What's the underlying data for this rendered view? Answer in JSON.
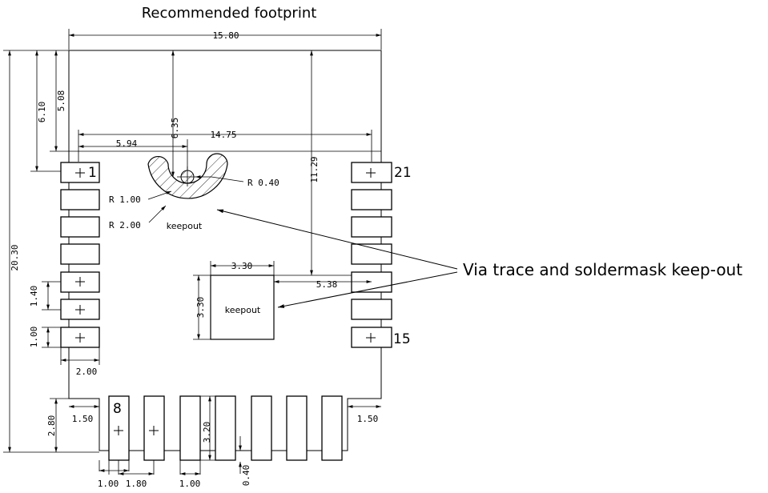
{
  "title": "Recommended footprint",
  "callout": "Via trace and soldermask keep-out",
  "pins": {
    "first": "1",
    "bottom": "8",
    "right_bottom": "15",
    "right_top": "21"
  },
  "keepout_labels": {
    "upper": "keepout",
    "center": "keepout"
  },
  "radii": {
    "r_inner": "R 1.00",
    "r_outer": "R 2.00",
    "r_via": "R 0.40"
  },
  "dims": {
    "width": "15.80",
    "pad_span": "14.75",
    "via_x": "5.94",
    "via_y": "6.35",
    "top_to_pin1": "6.10",
    "top_to_pad_row": "5.08",
    "center_y": "11.29",
    "center_size_w": "3.30",
    "center_size_h": "3.30",
    "center_x": "5.38",
    "height": "20.30",
    "pitch_v": "1.40",
    "pad_h": "1.00",
    "pad_len": "2.00",
    "bottom_h": "2.80",
    "corner_l": "1.50",
    "corner_r": "1.50",
    "pad_len_b": "3.20",
    "pad_w_b": "1.00",
    "pitch_b": "1.80",
    "pad_w_b2": "1.00",
    "overhang": "0.40"
  }
}
